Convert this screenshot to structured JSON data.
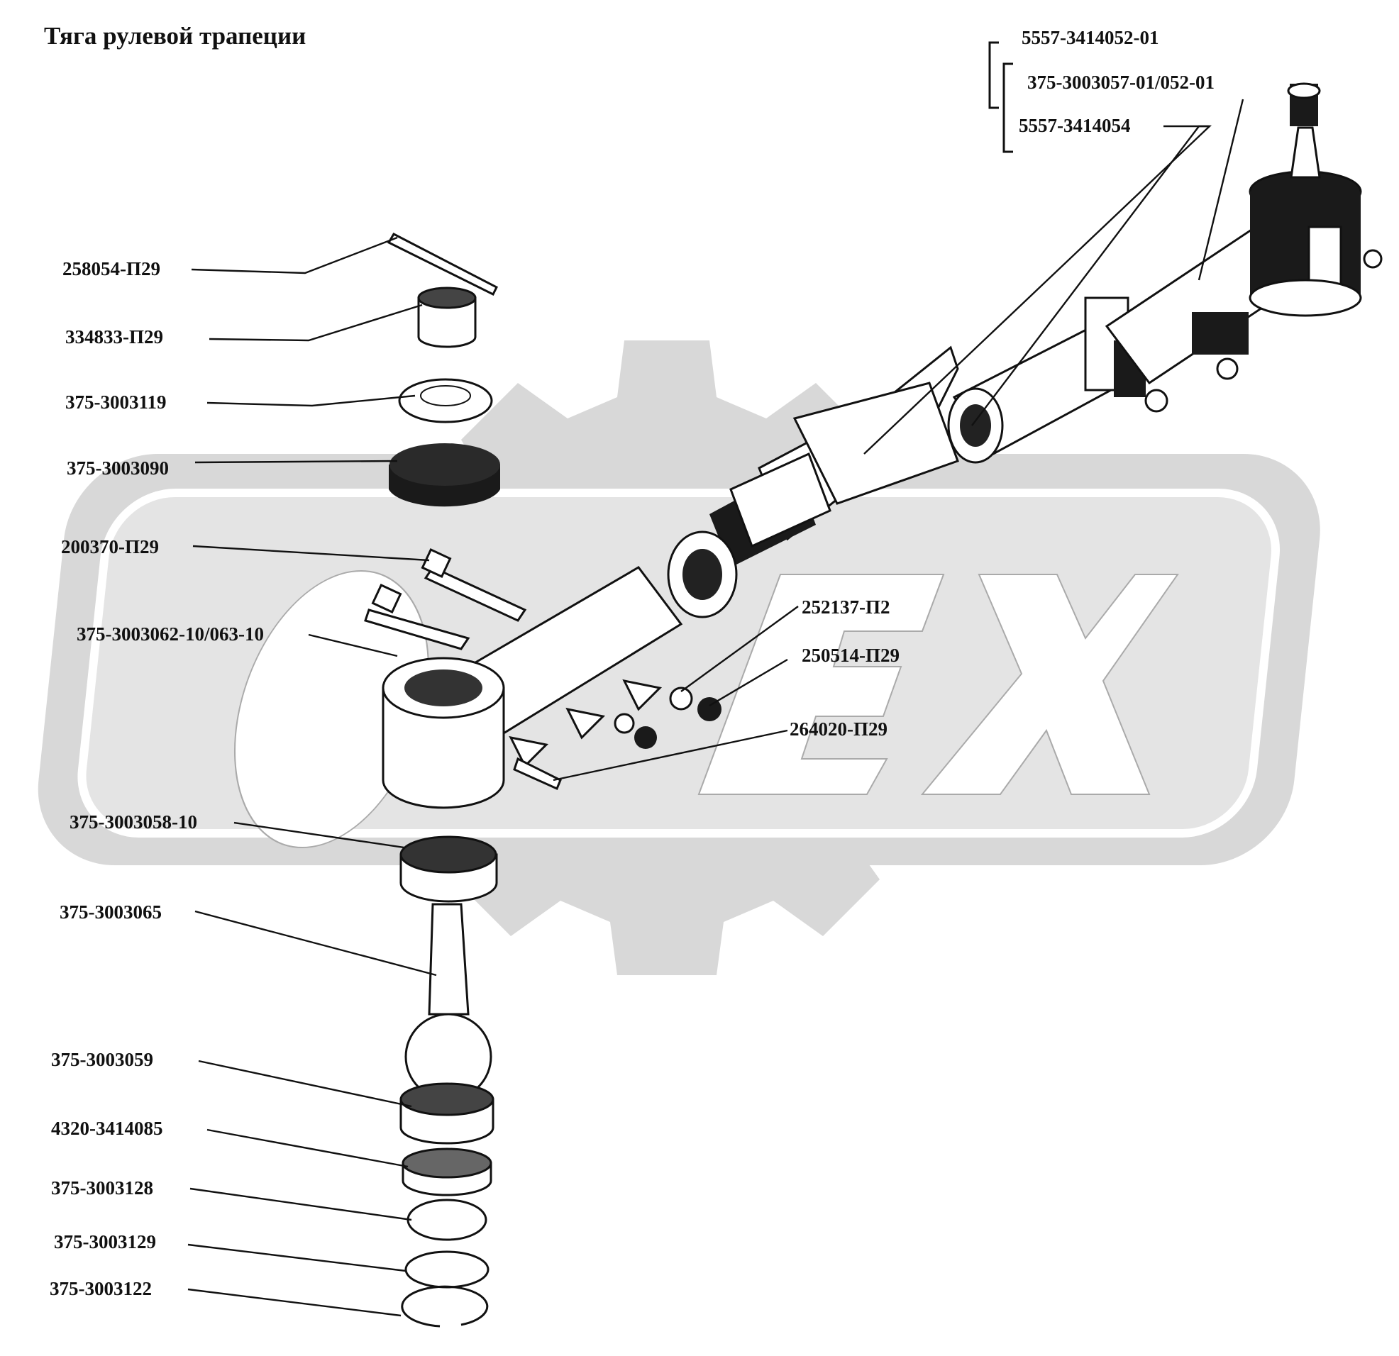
{
  "title": "Тяга рулевой трапеции",
  "watermark": "ОРЕХ",
  "colors": {
    "watermark": "#d6d6d6",
    "ink": "#111111",
    "background": "#ffffff"
  },
  "labels": [
    {
      "id": "p01",
      "text": "5557-3414052-01"
    },
    {
      "id": "p02",
      "text": "375-3003057-01/052-01"
    },
    {
      "id": "p03",
      "text": "5557-3414054"
    },
    {
      "id": "p04",
      "text": "258054-П29"
    },
    {
      "id": "p05",
      "text": "334833-П29"
    },
    {
      "id": "p06",
      "text": "375-3003119"
    },
    {
      "id": "p07",
      "text": "375-3003090"
    },
    {
      "id": "p08",
      "text": "200370-П29"
    },
    {
      "id": "p09",
      "text": "375-3003062-10/063-10"
    },
    {
      "id": "p10",
      "text": "252137-П2"
    },
    {
      "id": "p11",
      "text": "250514-П29"
    },
    {
      "id": "p12",
      "text": "264020-П29"
    },
    {
      "id": "p13",
      "text": "375-3003058-10"
    },
    {
      "id": "p14",
      "text": "375-3003065"
    },
    {
      "id": "p15",
      "text": "375-3003059"
    },
    {
      "id": "p16",
      "text": "4320-3414085"
    },
    {
      "id": "p17",
      "text": "375-3003128"
    },
    {
      "id": "p18",
      "text": "375-3003129"
    },
    {
      "id": "p19",
      "text": "375-3003122"
    }
  ]
}
